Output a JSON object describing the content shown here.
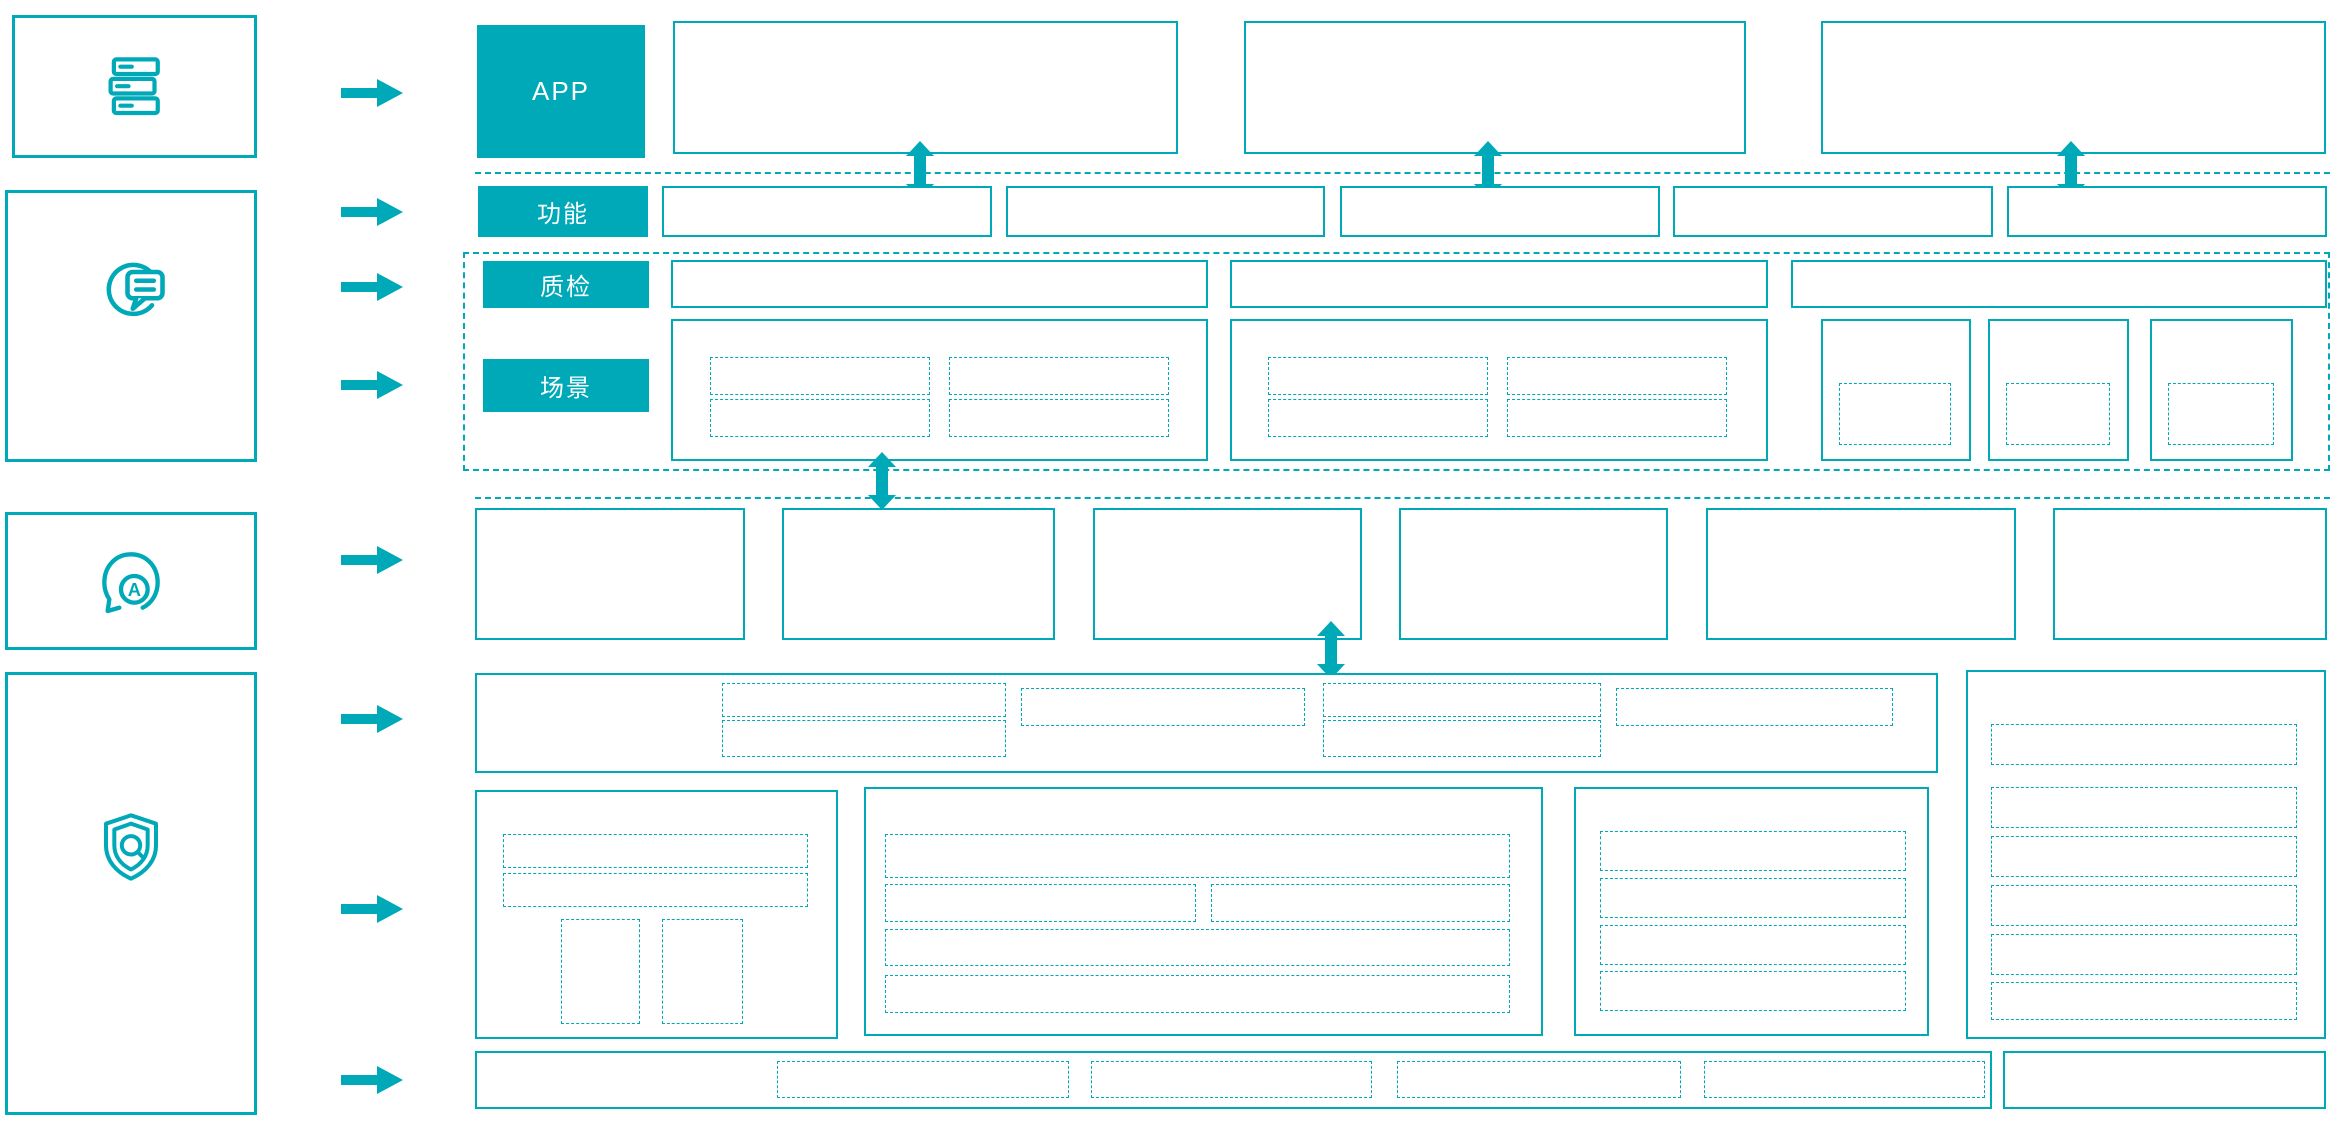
{
  "diagram": {
    "accent_color": "#00a9b7",
    "labels": {
      "app": "APP",
      "function": "功能",
      "quality": "质检",
      "scene": "场景"
    },
    "icons": {
      "left_panel": [
        "records-stack-icon",
        "customer-chat-icon",
        "ai-head-icon",
        "quality-shield-icon"
      ]
    }
  }
}
